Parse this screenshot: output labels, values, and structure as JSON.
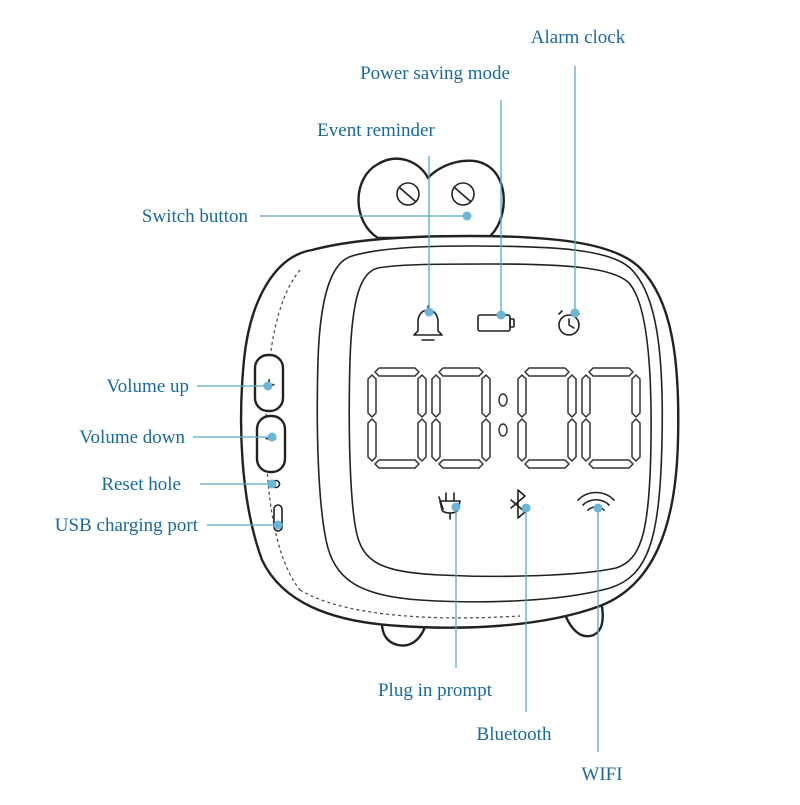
{
  "colors": {
    "label": "#1a6a9c",
    "leader": "#5aa8cc",
    "dot": "#6bb6d8",
    "outline": "#222222"
  },
  "display": {
    "digits": [
      "0",
      "0",
      "0",
      "0"
    ]
  },
  "callouts": {
    "alarm_clock": "Alarm clock",
    "power_saving_mode": "Power saving mode",
    "event_reminder": "Event reminder",
    "switch_button": "Switch button",
    "volume_up": "Volume up",
    "volume_down": "Volume down",
    "reset_hole": "Reset hole",
    "usb_charging_port": "USB charging port",
    "plug_in_prompt": "Plug in prompt",
    "bluetooth": "Bluetooth",
    "wifi": "WIFI"
  },
  "icons": {
    "event_reminder": "bell-icon",
    "power_saving_mode": "battery-icon",
    "alarm_clock": "alarm-clock-icon",
    "plug_in_prompt": "plug-icon",
    "bluetooth": "bluetooth-icon",
    "wifi": "wifi-icon"
  },
  "buttons": {
    "volume_up_symbol": "+",
    "volume_down_symbol": "−"
  }
}
